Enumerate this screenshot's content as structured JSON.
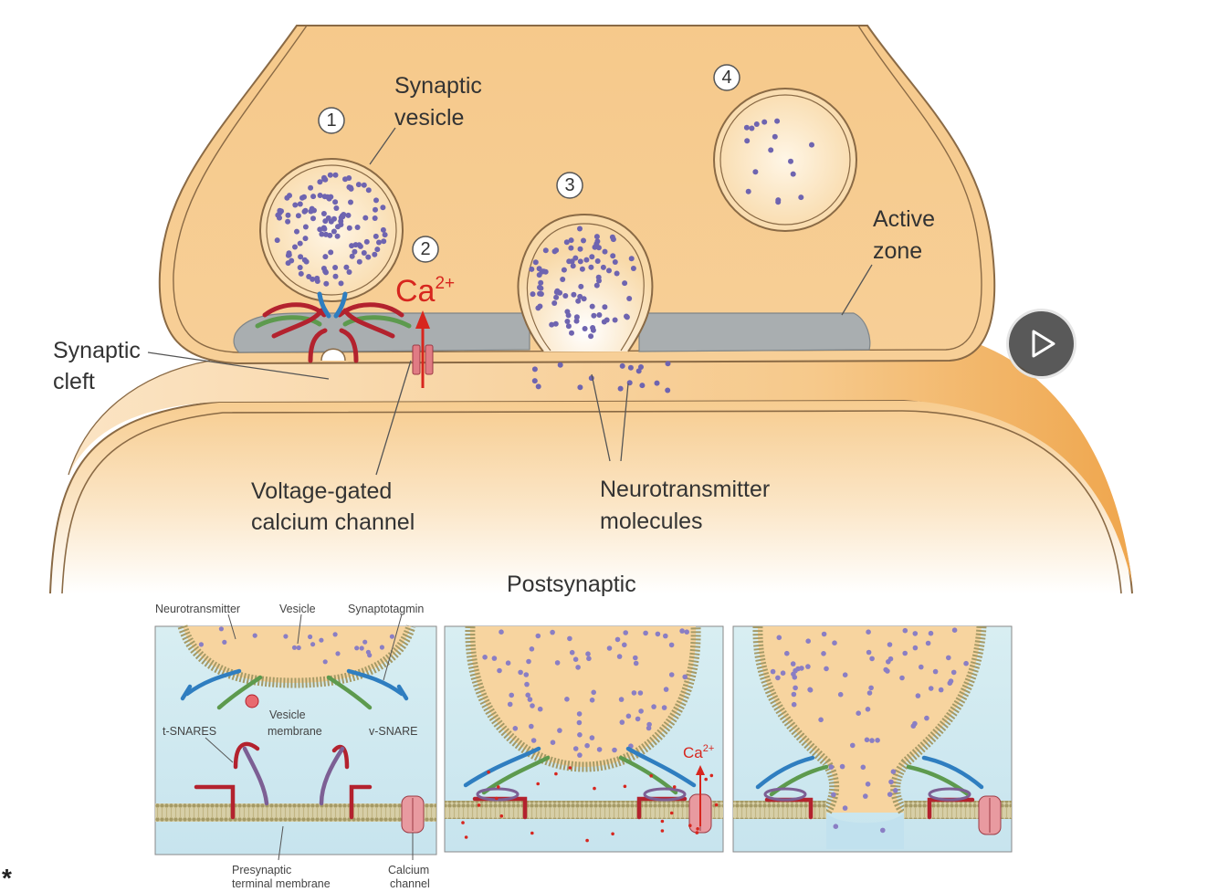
{
  "labels": {
    "synaptic_vesicle_line1": "Synaptic",
    "synaptic_vesicle_line2": "vesicle",
    "synaptic_cleft_line1": "Synaptic",
    "synaptic_cleft_line2": "cleft",
    "active_zone_line1": "Active",
    "active_zone_line2": "zone",
    "calcium_ion": "Ca",
    "calcium_charge": "2+",
    "vg_channel_line1": "Voltage-gated",
    "vg_channel_line2": "calcium channel",
    "neurotransmitter_line1": "Neurotransmitter",
    "neurotransmitter_line2": "molecules",
    "postsynaptic": "Postsynaptic"
  },
  "steps": [
    "1",
    "2",
    "3",
    "4"
  ],
  "panel1_labels": {
    "neurotransmitter": "Neurotransmitter",
    "vesicle": "Vesicle",
    "synaptotagmin": "Synaptotagmin",
    "vesicle_membrane_line1": "Vesicle",
    "vesicle_membrane_line2": "membrane",
    "t_snares": "t-SNARES",
    "v_snare": "v-SNARE",
    "presynaptic_line1": "Presynaptic",
    "presynaptic_line2": "terminal membrane",
    "calcium_line1": "Calcium",
    "calcium_line2": "channel"
  },
  "panel2_labels": {
    "calcium_ion": "Ca",
    "calcium_charge": "2+"
  },
  "footnote": "*",
  "colors": {
    "cytoplasm": "#f6c98b",
    "outline": "#8a6a45",
    "vesicle_fill": "#fbe3bd",
    "dots": "#6e64b0",
    "active_zone": "#a9aeb0",
    "snare_red": "#b3222e",
    "snare_green": "#5d9a4e",
    "snare_blue": "#2f7ec0",
    "calcium_red": "#d7261e"
  },
  "icons": {
    "play": "play-icon"
  }
}
